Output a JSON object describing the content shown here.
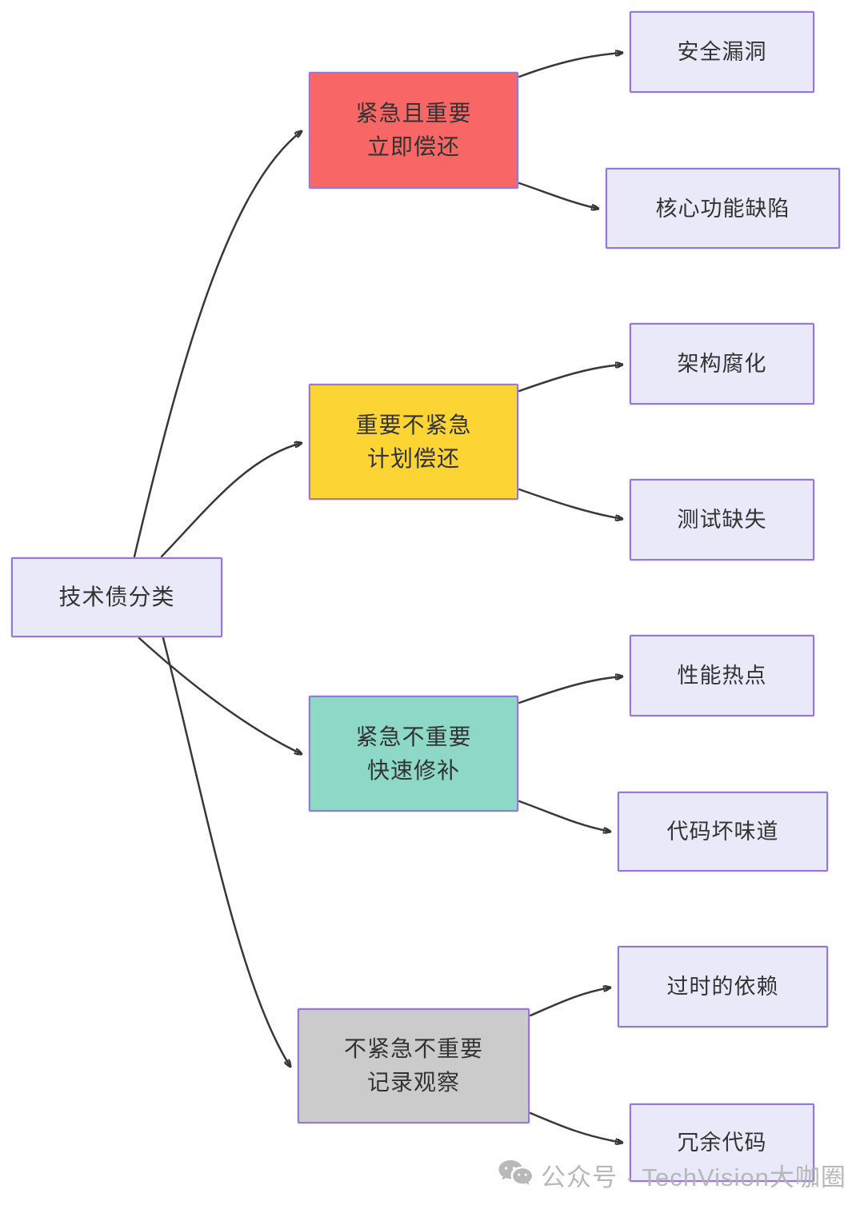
{
  "diagram": {
    "root": {
      "label": "技术债分类"
    },
    "categories": [
      {
        "title_line1": "紧急且重要",
        "title_line2": "立即偿还",
        "color": "#f96666",
        "children": [
          {
            "label": "安全漏洞"
          },
          {
            "label": "核心功能缺陷"
          }
        ]
      },
      {
        "title_line1": "重要不紧急",
        "title_line2": "计划偿还",
        "color": "#fcd535",
        "children": [
          {
            "label": "架构腐化"
          },
          {
            "label": "测试缺失"
          }
        ]
      },
      {
        "title_line1": "紧急不重要",
        "title_line2": "快速修补",
        "color": "#8dd8c6",
        "children": [
          {
            "label": "性能热点"
          },
          {
            "label": "代码坏味道"
          }
        ]
      },
      {
        "title_line1": "不紧急不重要",
        "title_line2": "记录观察",
        "color": "#cbcbcb",
        "children": [
          {
            "label": "过时的依赖"
          },
          {
            "label": "冗余代码"
          }
        ]
      }
    ],
    "colors": {
      "node_fill": "#e9e9fa",
      "node_border": "#9678d9",
      "edge": "#383838",
      "text": "#333333"
    }
  },
  "watermark": {
    "icon": "wechat-icon",
    "text": "公众号 · TechVision大咖圈"
  }
}
